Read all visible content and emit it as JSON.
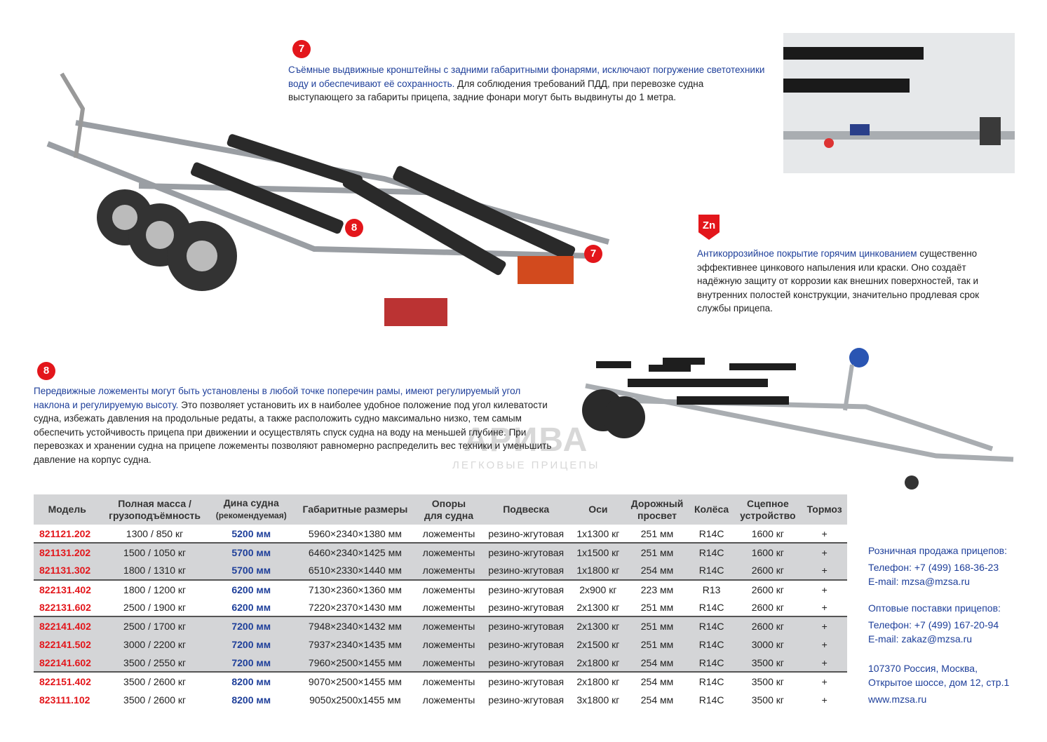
{
  "features": {
    "f7": {
      "badge": "7",
      "highlight": "Съёмные выдвижные кронштейны с задними габаритными фонарями, исключают погружение светотехники воду и обеспечивают её сохранность.",
      "text": " Для соблюдения требований ПДД, при перевозке судна выступающего за габариты прицепа, задние фонари могут быть выдвинуты до 1 метра."
    },
    "zn": {
      "badge": "Zn",
      "highlight": "Антикоррозийное покрытие горячим цинкованием",
      "text": " существенно эффективнее цинкового напыления или краски. Оно создаёт надёжную защиту от коррозии как внешних поверхностей, так и внутренних полостей конструкции, значительно продлевая срок службы прицепа."
    },
    "f8": {
      "badge": "8",
      "highlight": "Передвижные ложементы могут быть установлены в любой точке поперечин рамы, имеют регулируемый угол наклона и регулируемую высоту.",
      "text": " Это позволяет установить их в наиболее удобное положение под угол килеватости судна, избежать давления на продольные редаты, а также расположить судно максимально низко, тем самым обеспечить устойчивость прицепа при движении и осуществлять спуск судна на воду на меньшей глубине. При перевозках и хранении судна на прицепе ложементы позволяют равномерно распределить вес техники и уменьшить давление на корпус судна."
    }
  },
  "image_badges": {
    "b8": "8",
    "b7": "7"
  },
  "watermark": {
    "brand": "АРИВА",
    "tagline": "ЛЕГКОВЫЕ ПРИЦЕПЫ"
  },
  "table": {
    "headers": [
      {
        "l1": "Модель",
        "l2": ""
      },
      {
        "l1": "Полная масса /",
        "l2": "грузоподъёмность"
      },
      {
        "l1": "Дина судна",
        "l2": "(рекомендуемая)"
      },
      {
        "l1": "Габаритные размеры",
        "l2": ""
      },
      {
        "l1": "Опоры",
        "l2": "для судна"
      },
      {
        "l1": "Подвеска",
        "l2": ""
      },
      {
        "l1": "Оси",
        "l2": ""
      },
      {
        "l1": "Дорожный",
        "l2": "просвет"
      },
      {
        "l1": "Колёса",
        "l2": ""
      },
      {
        "l1": "Сцепное",
        "l2": "устройство"
      },
      {
        "l1": "Тормоз",
        "l2": ""
      }
    ],
    "rows": [
      [
        "821121.202",
        "1300 / 850 кг",
        "5200 мм",
        "5960×2340×1380 мм",
        "ложементы",
        "резино-жгутовая",
        "1x1300 кг",
        "251 мм",
        "R14C",
        "1600 кг",
        "+"
      ],
      [
        "821131.202",
        "1500 / 1050 кг",
        "5700 мм",
        "6460×2340×1425 мм",
        "ложементы",
        "резино-жгутовая",
        "1x1500 кг",
        "251 мм",
        "R14C",
        "1600 кг",
        "+"
      ],
      [
        "821131.302",
        "1800 / 1310 кг",
        "5700 мм",
        "6510×2330×1440 мм",
        "ложементы",
        "резино-жгутовая",
        "1x1800 кг",
        "254 мм",
        "R14C",
        "2600 кг",
        "+"
      ],
      [
        "822131.402",
        "1800 / 1200 кг",
        "6200 мм",
        "7130×2360×1360 мм",
        "ложементы",
        "резино-жгутовая",
        "2x900 кг",
        "223 мм",
        "R13",
        "2600 кг",
        "+"
      ],
      [
        "822131.602",
        "2500 / 1900 кг",
        "6200 мм",
        "7220×2370×1430 мм",
        "ложементы",
        "резино-жгутовая",
        "2x1300 кг",
        "251 мм",
        "R14C",
        "2600 кг",
        "+"
      ],
      [
        "822141.402",
        "2500 / 1700 кг",
        "7200 мм",
        "7948×2340×1432 мм",
        "ложементы",
        "резино-жгутовая",
        "2x1300 кг",
        "251 мм",
        "R14C",
        "2600 кг",
        "+"
      ],
      [
        "822141.502",
        "3000 / 2200 кг",
        "7200 мм",
        "7937×2340×1435 мм",
        "ложементы",
        "резино-жгутовая",
        "2x1500 кг",
        "251 мм",
        "R14C",
        "3000 кг",
        "+"
      ],
      [
        "822141.602",
        "3500 / 2550 кг",
        "7200 мм",
        "7960×2500×1455 мм",
        "ложементы",
        "резино-жгутовая",
        "2x1800 кг",
        "254 мм",
        "R14C",
        "3500 кг",
        "+"
      ],
      [
        "822151.402",
        "3500 / 2600 кг",
        "8200 мм",
        "9070×2500×1455 мм",
        "ложементы",
        "резино-жгутовая",
        "2x1800 кг",
        "254 мм",
        "R14C",
        "3500 кг",
        "+"
      ],
      [
        "823111.102",
        "3500 / 2600 кг",
        "8200 мм",
        "9050x2500x1455 мм",
        "ложементы",
        "резино-жгутовая",
        "3x1800 кг",
        "254 мм",
        "R14C",
        "3500 кг",
        "+"
      ]
    ]
  },
  "contacts": {
    "retail_title": "Розничная продажа прицепов:",
    "retail_phone": "Телефон: +7 (499) 168-36-23",
    "retail_email": "E-mail: mzsa@mzsa.ru",
    "wholesale_title": "Оптовые поставки прицепов:",
    "wholesale_phone": "Телефон: +7 (499) 167-20-94",
    "wholesale_email": "E-mail: zakaz@mzsa.ru",
    "address1": "107370 Россия, Москва,",
    "address2": "Открытое шоссе, дом 12, стр.1",
    "website": "www.mzsa.ru"
  }
}
